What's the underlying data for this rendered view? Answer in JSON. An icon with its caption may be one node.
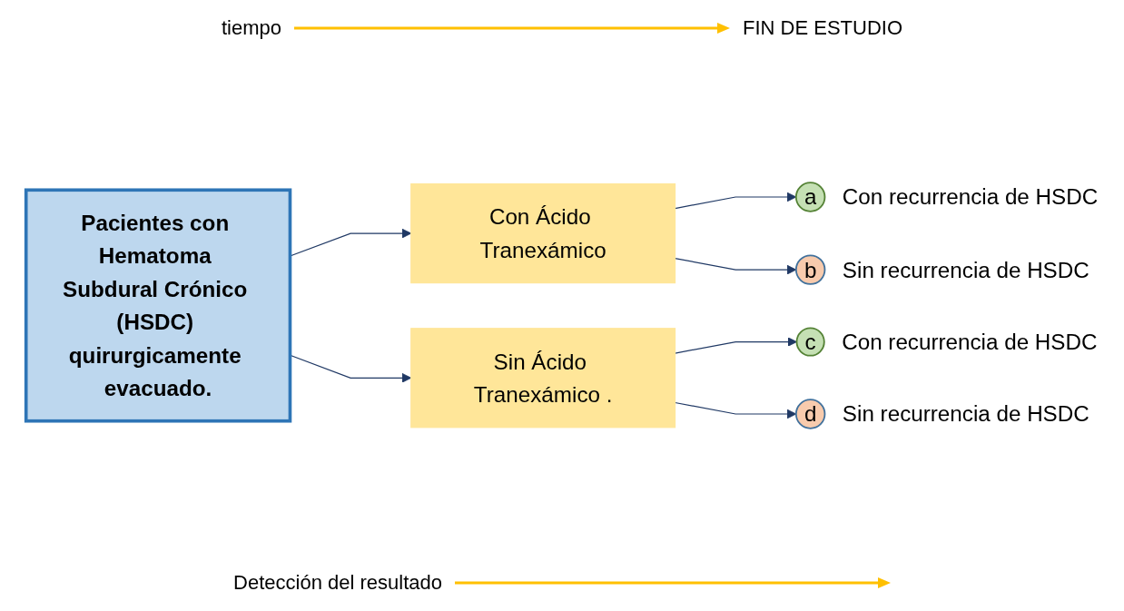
{
  "diagram": {
    "nodes": [
      {
        "text": [
          "Pacientes con Hematoma Subdural Crónico (HSDC) quirurgicamente evacuado."
        ]
      },
      {
        "text": [
          "Con Ácido Tranexámico"
        ]
      },
      {
        "text": [
          "Sin Ácido Tranexámico ."
        ]
      },
      {
        "text": [
          "a"
        ],
        "beside": [
          "Con recurrencia de HSDC"
        ]
      },
      {
        "text": [
          "b"
        ],
        "beside": [
          "Sin recurrencia de HSDC"
        ]
      },
      {
        "text": [
          "c"
        ],
        "beside": [
          "Con recurrencia de HSDC"
        ]
      },
      {
        "text": [
          "d"
        ],
        "beside": [
          "Sin recurrencia de HSDC"
        ]
      }
    ],
    "edges": [
      {
        "from": 0,
        "to": 1,
        "arrow": "to"
      },
      {
        "from": 0,
        "to": 2,
        "arrow": "to"
      },
      {
        "from": 1,
        "to": 3,
        "arrow": "to"
      },
      {
        "from": 1,
        "to": 4,
        "arrow": "to"
      },
      {
        "from": 2,
        "to": 5,
        "arrow": "to"
      },
      {
        "from": 2,
        "to": 6,
        "arrow": "to"
      }
    ],
    "labels": [
      "tiempo",
      "FIN DE ESTUDIO",
      "Detección del resultado"
    ]
  }
}
